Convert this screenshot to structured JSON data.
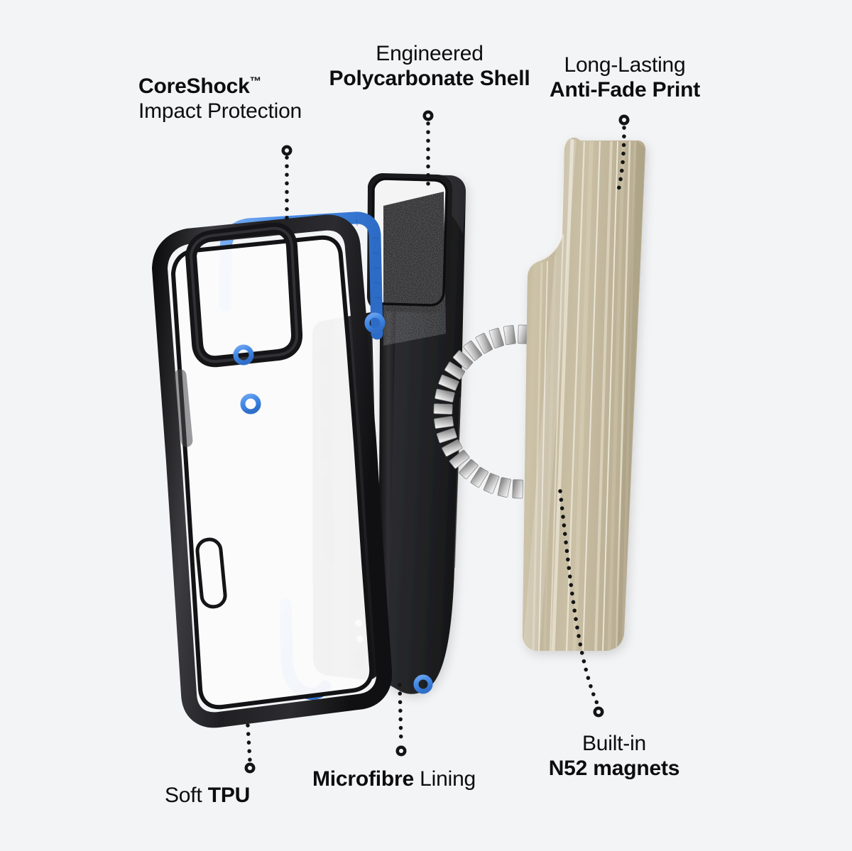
{
  "meta": {
    "kind": "product-exploded-view-infographic",
    "background_color": "#f3f4f6",
    "text_color": "#0d0d0f"
  },
  "callouts": [
    {
      "id": "coreshock",
      "line1": "CoreShock",
      "trademark": "™",
      "line2": "Impact Protection",
      "line1_weight": "bold",
      "line2_weight": "regular",
      "align": "left"
    },
    {
      "id": "polycarbonate",
      "line1": "Engineered",
      "line2": "Polycarbonate Shell",
      "line1_weight": "regular",
      "line2_weight": "bold",
      "align": "center"
    },
    {
      "id": "antifade",
      "line1": "Long-Lasting",
      "line2": "Anti-Fade Print",
      "line1_weight": "regular",
      "line2_weight": "bold",
      "align": "center"
    },
    {
      "id": "tpu",
      "word1": "Soft",
      "word2": "TPU",
      "word1_weight": "regular",
      "word2_weight": "bold",
      "align": "left"
    },
    {
      "id": "microfibre",
      "word1": "Microfibre",
      "word2": "Lining",
      "word1_weight": "bold",
      "word2_weight": "regular",
      "align": "left"
    },
    {
      "id": "n52",
      "line1": "Built-in",
      "line2": "N52 magnets",
      "line1_weight": "regular",
      "line2_weight": "bold",
      "align": "center"
    }
  ],
  "colors": {
    "background": "#f3f4f6",
    "text": "#0d0d0f",
    "coreshock_blue": "#4a8ee8",
    "coreshock_blue_dark": "#2f6fc9",
    "tpu_black": "#1c1c1e",
    "tpu_black_light": "#3a3a3d",
    "shell_black": "#2a2a2c",
    "shell_black_dark": "#171719",
    "microfibre_black": "#19191b",
    "print_beige": "#c5baa0",
    "print_beige_light": "#ded6c0",
    "print_beige_highlight": "#eae4d6",
    "print_beige_shadow": "#b3a888",
    "magnet_silver": "#d8d8d8",
    "magnet_silver_light": "#f2f2f2",
    "magnet_silver_dark": "#9a9a9a",
    "leader_dot": "#141414"
  },
  "layers": [
    {
      "id": "tpu-bumper",
      "name": "Soft TPU bumper frame with CoreShock internal structure",
      "z": 3
    },
    {
      "id": "polycarbonate-shell",
      "name": "Engineered polycarbonate shell with microfibre lining and N52 magnet ring",
      "z": 2
    },
    {
      "id": "print-plate",
      "name": "Long-lasting anti-fade printed back plate",
      "z": 1
    }
  ],
  "magnet_ring": {
    "segment_count": 36,
    "description": "Circular array of N52 magnet segments forming the MagSafe ring"
  }
}
